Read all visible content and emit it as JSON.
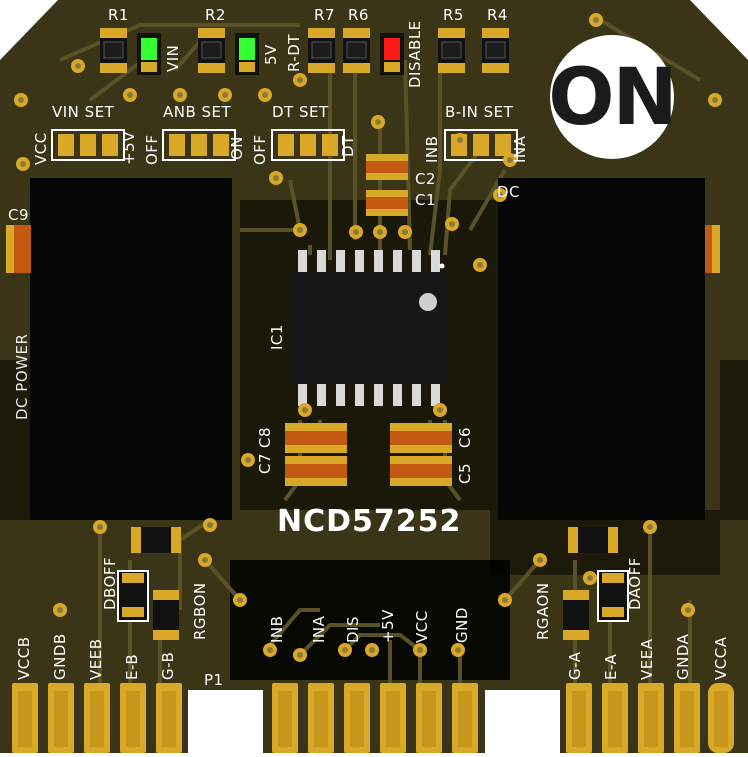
{
  "board": {
    "part_number": "NCD57252",
    "logo_text": "ON",
    "connector_label": "P1",
    "ic_label": "IC1",
    "colors": {
      "pcb": "#3a3516",
      "pcb_dark": "#2b2711",
      "copper_trace": "#575024",
      "gold": "#d9a826",
      "silk": "#ffffff",
      "module_black": "#050505",
      "led_green": "#33ff33",
      "led_red": "#ff1a1a",
      "capacitor": "#c45a12"
    }
  },
  "resistor_labels": {
    "r1": "R1",
    "r2": "R2",
    "r7": "R7",
    "r6": "R6",
    "r5": "R5",
    "r4": "R4"
  },
  "led_labels": {
    "vin": "VIN",
    "v5": "5V",
    "rdt": "R-DT",
    "disable": "DISABLE"
  },
  "jumper_headers": {
    "vin_set": "VIN SET",
    "anb_set": "ANB SET",
    "dt_set": "DT SET",
    "bin_set": "B-IN SET"
  },
  "jumper_pin_labels": {
    "vcc": "VCC",
    "p5v": "+5V",
    "off1": "OFF",
    "on1": "ON",
    "off2": "OFF",
    "dt": "DT",
    "inb": "INB",
    "ina": "INA"
  },
  "capacitor_labels": {
    "c1": "C1",
    "c2": "C2",
    "c5": "C5",
    "c6": "C6",
    "c7": "C7",
    "c8": "C8",
    "c9": "C9"
  },
  "misc_labels": {
    "dboff": "DBOFF",
    "daoff": "DAOFF",
    "rgbon": "RGBON",
    "rgaon": "RGAON",
    "dc_partial": "DC",
    "dc_power_partial": "DC POWER"
  },
  "bottom_center_pins": [
    "INB",
    "INA",
    "DIS",
    "+5V",
    "VCC",
    "GND"
  ],
  "bottom_left_pins": [
    "VCCB",
    "GNDB",
    "VEEB",
    "E-B",
    "G-B"
  ],
  "bottom_right_pins": [
    "G-A",
    "E-A",
    "VEEA",
    "GNDA",
    "VCCA"
  ]
}
